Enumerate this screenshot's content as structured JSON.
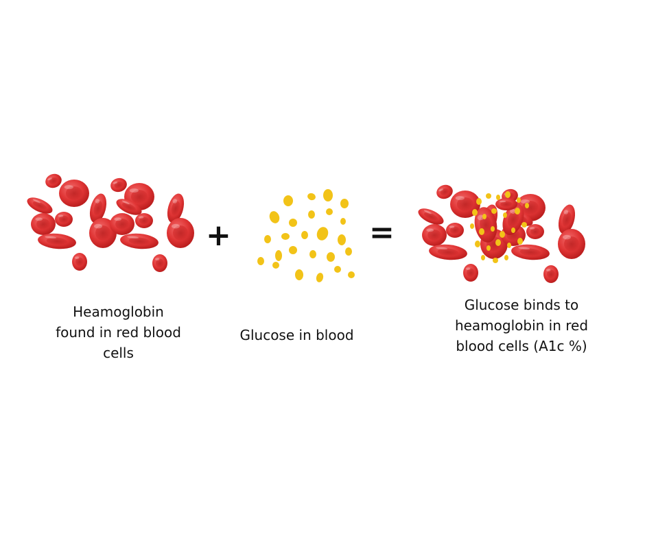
{
  "panels": {
    "hemoglobin": {
      "caption_lines": [
        "Heamoglobin",
        "found in red blood",
        "cells"
      ]
    },
    "glucose": {
      "caption_lines": [
        "Glucose in blood"
      ]
    },
    "bound": {
      "caption_lines": [
        "Glucose binds to",
        "heamoglobin in red",
        "blood cells (A1c %)"
      ]
    }
  },
  "operators": {
    "plus": "+",
    "equals": "="
  },
  "colors": {
    "cell_dark": "#b51a1a",
    "cell_mid": "#e03535",
    "cell_light": "#f26b6b",
    "glucose": "#f2c318",
    "text": "#111111"
  }
}
